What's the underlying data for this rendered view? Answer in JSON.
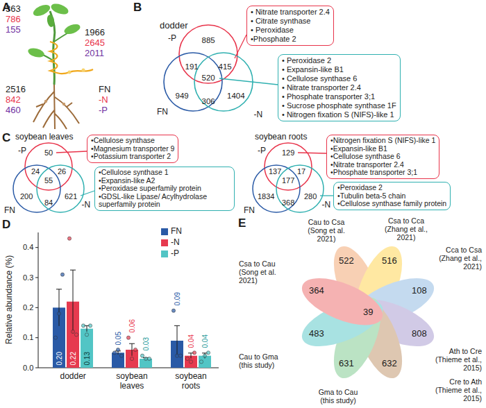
{
  "diagram": {
    "nodes": [
      {
        "text": [
          "• Nitrate transporter 2.4",
          "• Citrate synthase",
          "• Peroxidase",
          "•Phosphate 2"
        ]
      },
      {
        "text": [
          "• Peroxidase 2",
          "• Expansin-like B1",
          "• Cellulose synthase 6",
          "• Nitrate transporter 2.4",
          "• Phosphate transporter 3;1",
          "• Sucrose phosphate synthase 1F",
          "• Nitrogen fixation S (NIFS)-like 1"
        ]
      },
      {
        "text": [
          "•Cellulose synthase",
          "•Magnesium transporter 9",
          "•Potassium transporter 2"
        ]
      },
      {
        "text": [
          "•Cellulose synthase 1",
          "•Expansin-like A2",
          "•Peroxidase superfamily protein",
          "•GDSL-like Lipase/ Acylhydrolase superfamily protein"
        ]
      },
      {
        "text": [
          "•Nitrogen fixation S (NIFS)-like 1",
          "•Expansin-like B1",
          "•Cellulose synthase 6",
          "•Nitrate transporter 2.4",
          "•Phosphate transporter 3;1"
        ]
      },
      {
        "text": [
          "•Peroxidase 2",
          "•Tubulin beta-5 chain",
          "•Cellulose synthase family protein"
        ]
      }
    ],
    "labels": [
      "A",
      "363",
      "786",
      "155",
      "1966",
      "2645",
      "2011",
      "2516",
      "842",
      "460",
      "FN",
      "-N",
      "-P",
      "B",
      "dodder",
      "-P",
      "FN",
      "-N",
      "885",
      "191",
      "415",
      "520",
      "949",
      "306",
      "1404",
      "C",
      "soybean leaves",
      "-P",
      "FN",
      "-N",
      "50",
      "24",
      "26",
      "55",
      "200",
      "84",
      "621",
      "soybean roots",
      "-P",
      "FN",
      "-N",
      "129",
      "137",
      "17",
      "177",
      "1834",
      "368",
      "280",
      "D",
      "Relative abundance (%)",
      "0.0",
      "0.1",
      "0.2",
      "0.3",
      "0.4",
      "dodder",
      "soybean leaves",
      "soybean roots",
      "0.20",
      "0.22",
      "0.13",
      "0.05",
      "0.06",
      "0.03",
      "0.09",
      "0.04",
      "0.04",
      "E",
      "Csa to Cca (Zhang et al., 2021)",
      "Cca to Csa (Zhang et al., 2021)",
      "Ath to Cre (Thieme et al., 2015)",
      "Cre to Ath (Thieme et al., 2015)",
      "Gma to Cau (this study)",
      "Cau to Gma (this study)",
      "Csa to Cau (Song et al. 2021)",
      "Cau to Csa (Song et al. 2021)",
      "516",
      "108",
      "808",
      "632",
      "631",
      "483",
      "364",
      "522",
      "39"
    ],
    "legend": [
      {
        "text": "FN",
        "color": "#2a5aa6"
      },
      {
        "text": "-N",
        "color": "#e63a4f"
      },
      {
        "text": "-P",
        "color": "#52c5c5"
      }
    ]
  }
}
